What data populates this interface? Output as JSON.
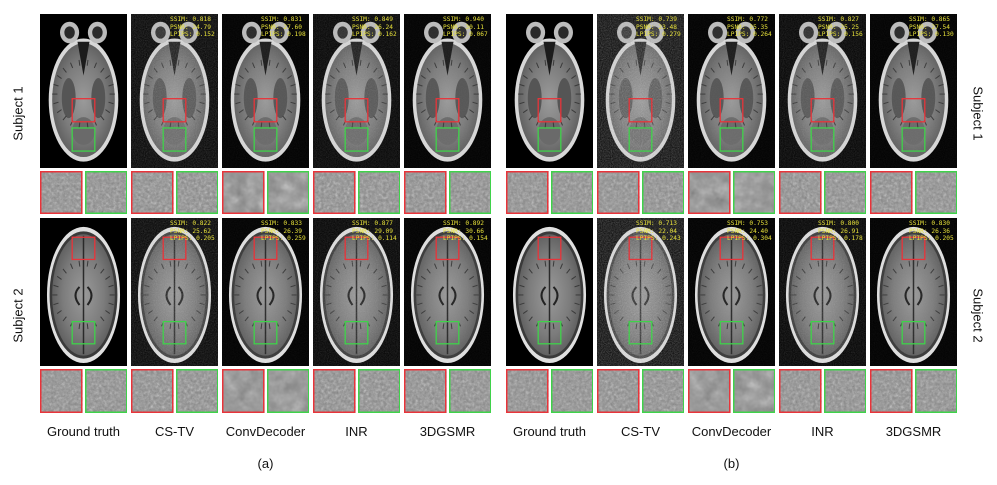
{
  "figure": {
    "panels": [
      {
        "panel_label": "(a)",
        "columns": [
          "Ground truth",
          "CS-TV",
          "ConvDecoder",
          "INR",
          "3DGSMR"
        ],
        "subjects": [
          {
            "label": "Subject 1",
            "metrics": [
              null,
              {
                "ssim": "SSIM: 0.818",
                "psnr": "PSNR: 24.79",
                "lpips": "LPIPS: 0.152"
              },
              {
                "ssim": "SSIM: 0.831",
                "psnr": "PSNR: 27.60",
                "lpips": "LPIPS: 0.198"
              },
              {
                "ssim": "SSIM: 0.849",
                "psnr": "PSNR: 26.24",
                "lpips": "LPIPS: 0.162"
              },
              {
                "ssim": "SSIM: 0.940",
                "psnr": "PSNR: 30.11",
                "lpips": "LPIPS: 0.067"
              }
            ]
          },
          {
            "label": "Subject 2",
            "metrics": [
              null,
              {
                "ssim": "SSIM: 0.822",
                "psnr": "PSNR: 25.62",
                "lpips": "LPIPS: 0.205"
              },
              {
                "ssim": "SSIM: 0.833",
                "psnr": "PSNR: 26.39",
                "lpips": "LPIPS: 0.259"
              },
              {
                "ssim": "SSIM: 0.877",
                "psnr": "PSNR: 29.09",
                "lpips": "LPIPS: 0.114"
              },
              {
                "ssim": "SSIM: 0.892",
                "psnr": "PSNR: 30.66",
                "lpips": "LPIPS: 0.154"
              }
            ]
          }
        ]
      },
      {
        "panel_label": "(b)",
        "columns": [
          "Ground truth",
          "CS-TV",
          "ConvDecoder",
          "INR",
          "3DGSMR"
        ],
        "subjects": [
          {
            "label": "Subject 1",
            "metrics": [
              null,
              {
                "ssim": "SSIM: 0.739",
                "psnr": "PSNR: 23.48",
                "lpips": "LPIPS: 0.279"
              },
              {
                "ssim": "SSIM: 0.772",
                "psnr": "PSNR: 25.35",
                "lpips": "LPIPS: 0.264"
              },
              {
                "ssim": "SSIM: 0.827",
                "psnr": "PSNR: 25.25",
                "lpips": "LPIPS: 0.156"
              },
              {
                "ssim": "SSIM: 0.865",
                "psnr": "PSNR: 27.54",
                "lpips": "LPIPS: 0.130"
              }
            ]
          },
          {
            "label": "Subject 2",
            "metrics": [
              null,
              {
                "ssim": "SSIM: 0.713",
                "psnr": "PSNR: 22.04",
                "lpips": "LPIPS: 0.243"
              },
              {
                "ssim": "SSIM: 0.753",
                "psnr": "PSNR: 24.40",
                "lpips": "LPIPS: 0.304"
              },
              {
                "ssim": "SSIM: 0.800",
                "psnr": "PSNR: 26.91",
                "lpips": "LPIPS: 0.178"
              },
              {
                "ssim": "SSIM: 0.830",
                "psnr": "PSNR: 26.36",
                "lpips": "LPIPS: 0.205"
              }
            ]
          }
        ]
      }
    ],
    "colors": {
      "metric_text": "#e8e23a",
      "box_red": "#e8343a",
      "box_green": "#3fd24a",
      "background": "#000000"
    }
  }
}
